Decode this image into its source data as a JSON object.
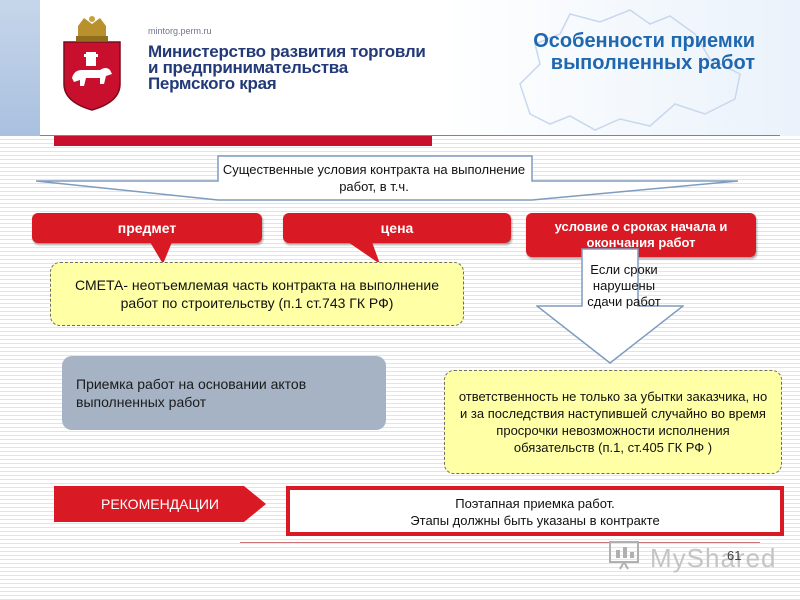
{
  "header": {
    "site": "mintorg.perm.ru",
    "ministry_line1": "Министерство развития торговли",
    "ministry_line2": "и предпринимательства",
    "ministry_line3": "Пермского края",
    "title_line1": "Особенности приемки",
    "title_line2": "выполненных работ"
  },
  "banner": {
    "text": "Существенные условия контракта на выполнение работ, в т.ч."
  },
  "tabs": {
    "subject": "предмет",
    "price": "цена",
    "terms": "условие о сроках начала и окончания работ"
  },
  "smeta": {
    "text": "СМЕТА- неотъемлемая часть контракта на выполнение работ  по строительству (п.1 ст.743 ГК РФ)"
  },
  "arrow": {
    "text": "Если сроки нарушены сдачи работ"
  },
  "acceptance": {
    "text": "Приемка работ на основании актов выполненных работ"
  },
  "responsibility": {
    "text": "ответственность не только за убытки заказчика, но и за последствия наступившей случайно во время просрочки невозможности исполнения обязательств  (п.1, ст.405 ГК РФ )"
  },
  "recommendations": {
    "label": "РЕКОМЕНДАЦИИ",
    "line1": "Поэтапная приемка работ.",
    "line2": "Этапы должны быть указаны в  контракте"
  },
  "footer": {
    "watermark": "MyShared",
    "page_number": "61"
  },
  "colors": {
    "red": "#d91924",
    "title_blue": "#1f68b0",
    "ministry_blue": "#233a78",
    "yellow": "#ffffa6",
    "gray_box": "#a5b3c5"
  }
}
